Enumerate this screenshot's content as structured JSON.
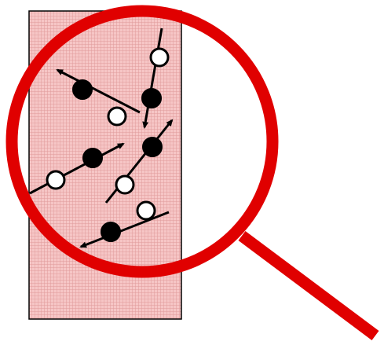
{
  "colors": {
    "background": "#ffffff",
    "sample_fill": "#f3b8b8",
    "sample_hatch": "#e08a8a",
    "sample_outline": "#000000",
    "lens_ring": "#e00000",
    "handle": "#e00000",
    "particle_filled": "#000000",
    "particle_open": "#ffffff",
    "particle_stroke": "#000000",
    "arrow": "#000000"
  },
  "icons": {
    "magnifier": "magnifying-glass-icon",
    "particle_filled": "filled-particle-icon",
    "particle_open": "open-particle-icon"
  },
  "particle_pairs": [
    {
      "name": "pair-top-right"
    },
    {
      "name": "pair-top-left"
    },
    {
      "name": "pair-center"
    },
    {
      "name": "pair-left"
    },
    {
      "name": "pair-center-low"
    },
    {
      "name": "pair-bottom"
    }
  ]
}
